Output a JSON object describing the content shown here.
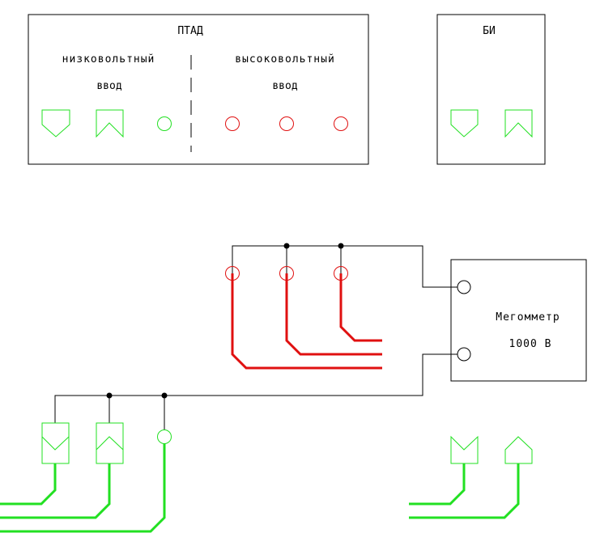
{
  "colors": {
    "line": "#000000",
    "high_voltage": "#e01010",
    "low_voltage": "#22e022",
    "background": "#ffffff"
  },
  "ptad": {
    "title": "ПТАД",
    "low_label_1": "низковольтный",
    "low_label_2": "ввод",
    "high_label_1": "высоковольтный",
    "high_label_2": "ввод"
  },
  "bi": {
    "title": "БИ"
  },
  "megger": {
    "label_1": "Мегомметр",
    "label_2": "1000 В"
  }
}
